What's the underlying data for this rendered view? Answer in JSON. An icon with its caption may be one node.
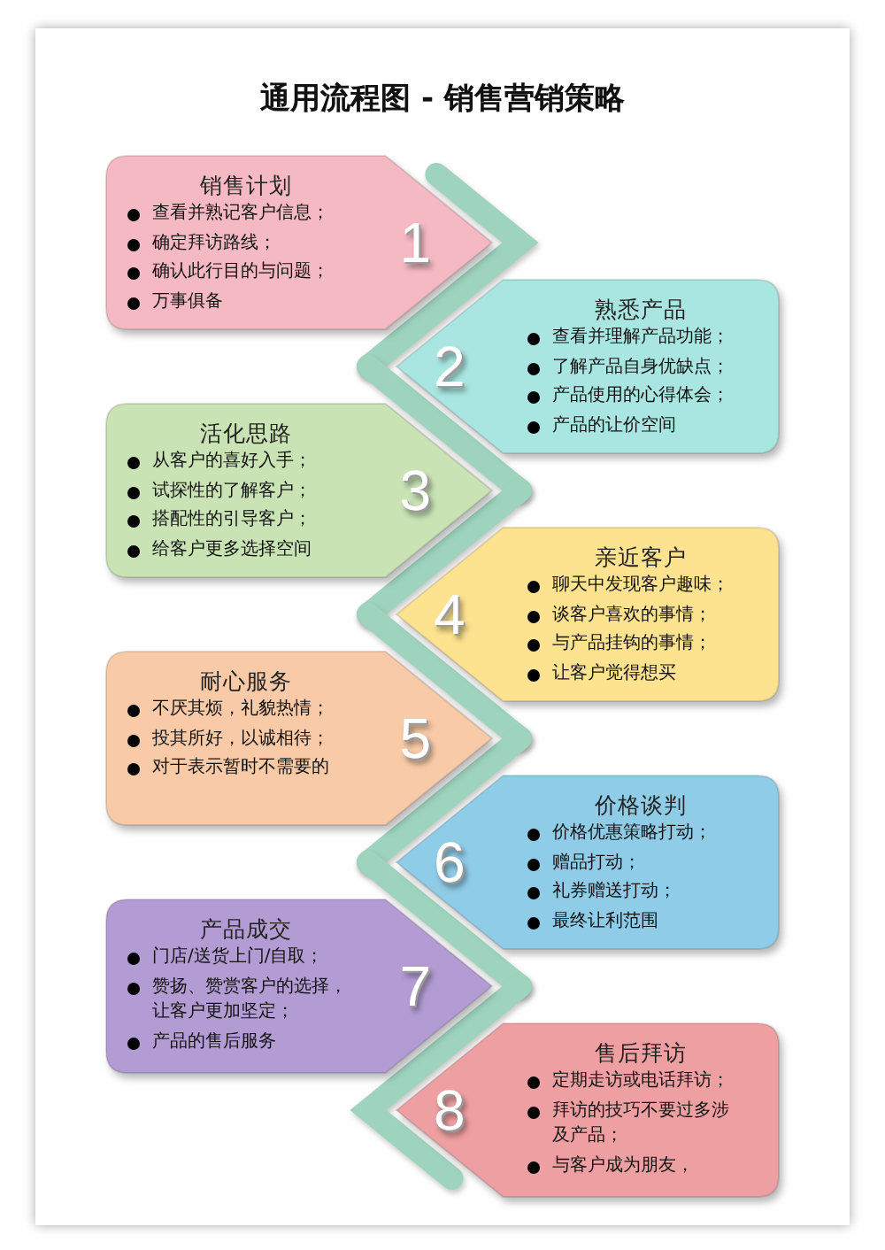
{
  "diagram": {
    "title": "通用流程图 - 销售营销策略",
    "nodes": [
      {
        "text": [
          "销售计划",
          "查看并熟记客户信息；",
          "确定拜访路线；",
          "确认此行目的与问题；",
          "万事俱备",
          "1"
        ]
      },
      {
        "text": [
          "熟悉产品",
          "查看并理解产品功能；",
          "了解产品自身优缺点；",
          "产品使用的心得体会；",
          "产品的让价空间",
          "2"
        ]
      },
      {
        "text": [
          "活化思路",
          "从客户的喜好入手；",
          "试探性的了解客户；",
          "搭配性的引导客户；",
          "给客户更多选择空间",
          "3"
        ]
      },
      {
        "text": [
          "亲近客户",
          "聊天中发现客户趣味；",
          "谈客户喜欢的事情；",
          "与产品挂钩的事情；",
          "让客户觉得想买",
          "4"
        ]
      },
      {
        "text": [
          "耐心服务",
          "不厌其烦，礼貌热情；",
          "投其所好，以诚相待；",
          "对于表示暂时不需要的",
          "5"
        ]
      },
      {
        "text": [
          "价格谈判",
          "价格优惠策略打动；",
          "赠品打动；",
          "礼券赠送打动；",
          "最终让利范围",
          "6"
        ]
      },
      {
        "text": [
          "产品成交",
          "门店/送货上门/自取；",
          "赞扬、赞赏客户的选择，让客户更加坚定；",
          "产品的售后服务",
          "7"
        ]
      },
      {
        "text": [
          "售后拜访",
          "定期走访或电话拜访；",
          "拜访的技巧不要过多涉及产品；",
          "与客户成为朋友，",
          "8"
        ]
      }
    ],
    "edges": [
      {
        "from": 0,
        "to": 1,
        "arrow": "none"
      },
      {
        "from": 1,
        "to": 2,
        "arrow": "none"
      },
      {
        "from": 2,
        "to": 3,
        "arrow": "none"
      },
      {
        "from": 3,
        "to": 4,
        "arrow": "none"
      },
      {
        "from": 4,
        "to": 5,
        "arrow": "none"
      },
      {
        "from": 5,
        "to": 6,
        "arrow": "none"
      },
      {
        "from": 6,
        "to": 7,
        "arrow": "none"
      }
    ]
  }
}
